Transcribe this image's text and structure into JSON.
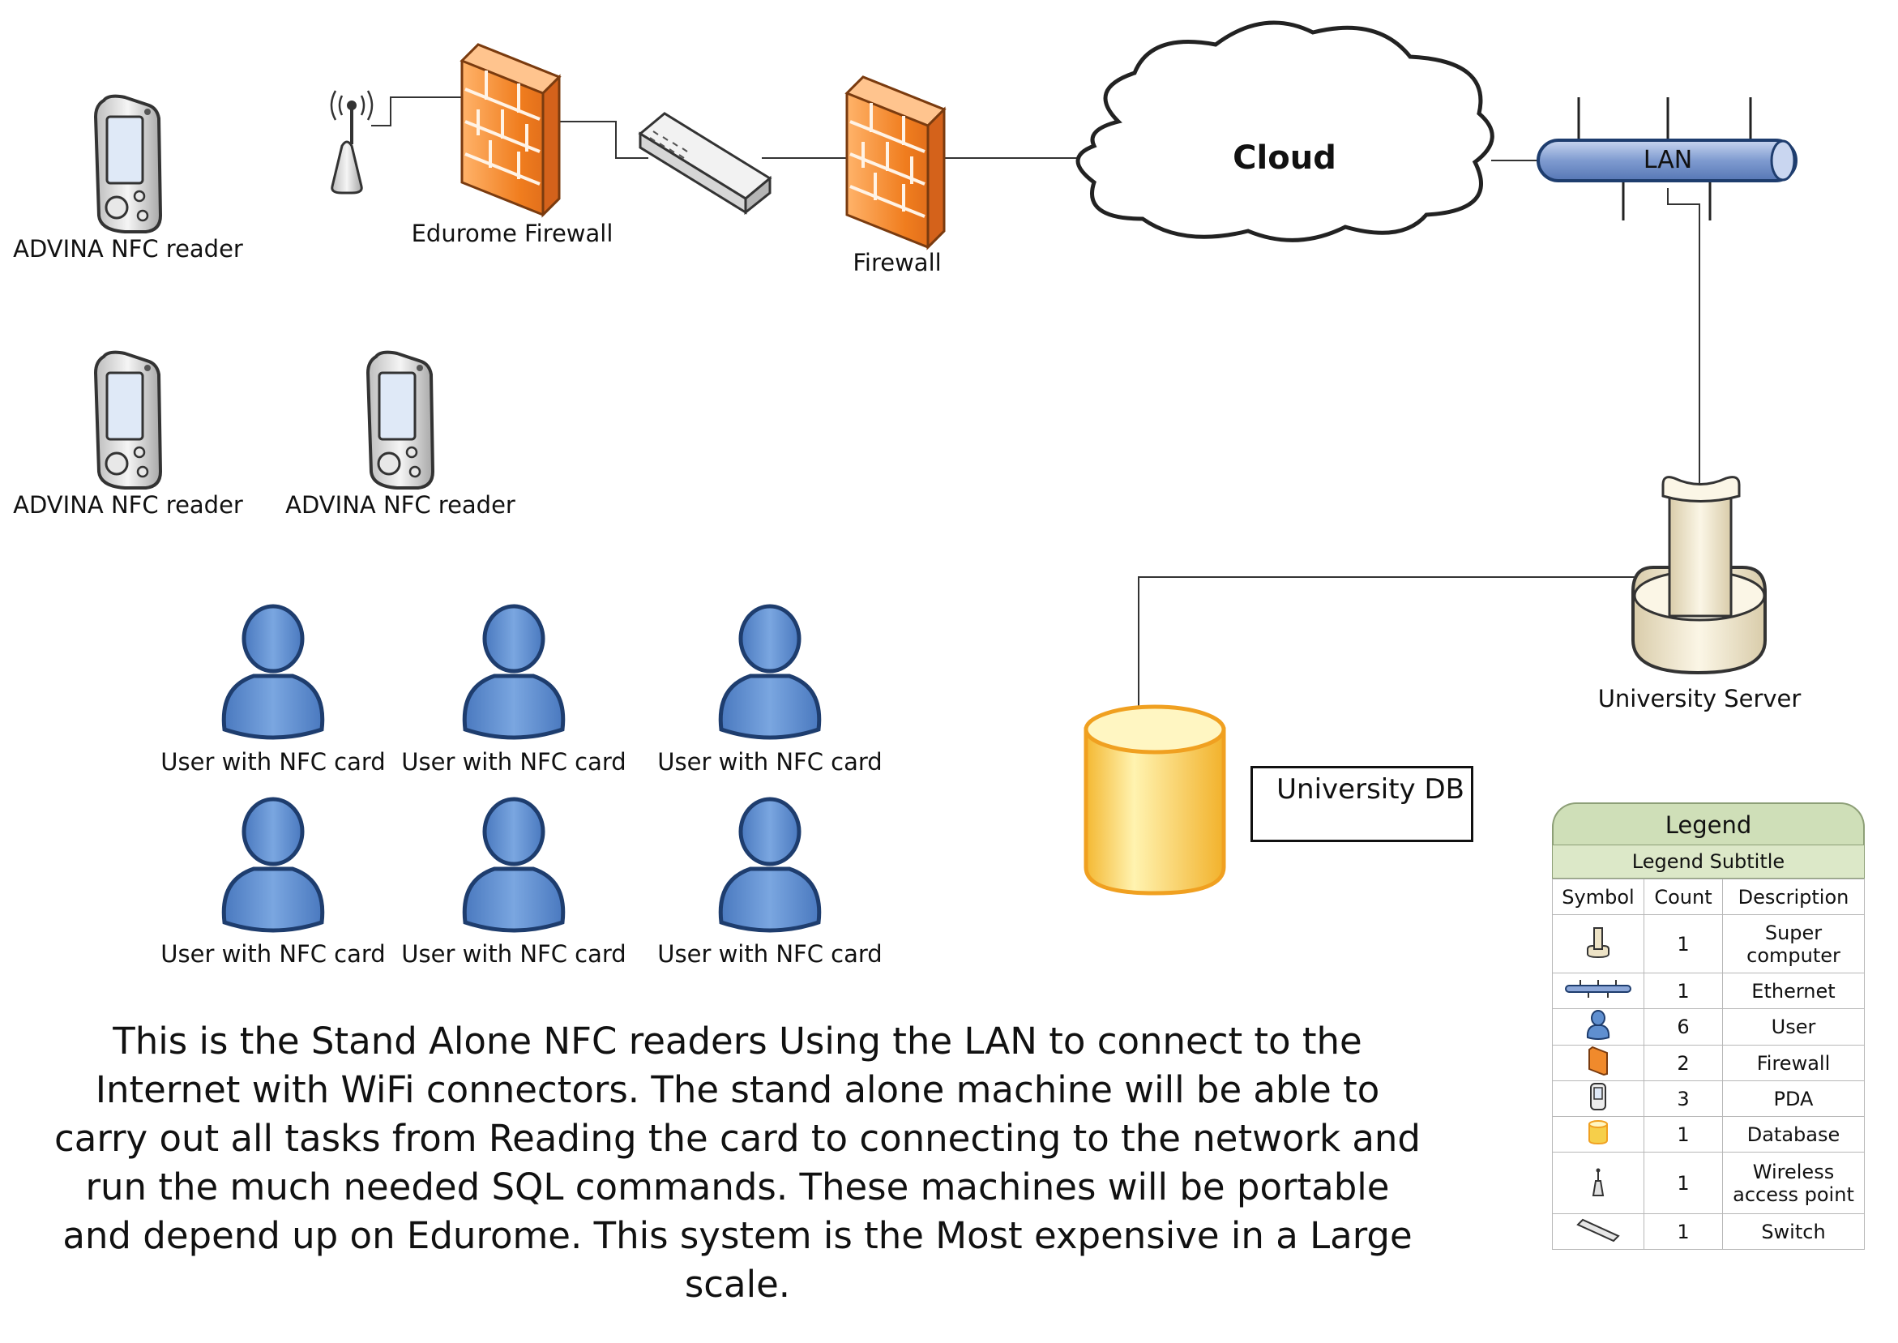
{
  "nodes": {
    "pda1": "ADVINA NFC reader",
    "pda2": "ADVINA NFC reader",
    "pda3": "ADVINA NFC reader",
    "edurome_firewall": "Edurome Firewall",
    "firewall": "Firewall",
    "cloud": "Cloud",
    "lan": "LAN",
    "server": "University Server",
    "db": "University DB",
    "users": [
      "User with NFC card",
      "User with NFC card",
      "User with NFC card",
      "User with NFC card",
      "User with NFC card",
      "User with NFC card"
    ]
  },
  "description": "This is the Stand Alone NFC readers Using the LAN to connect to the Internet with WiFi connectors. The stand alone machine will be able to carry out all tasks from Reading the card to connecting to the network and run the much needed SQL commands. These machines will be portable and depend up on Edurome. This system is the Most expensive in a Large scale.",
  "legend": {
    "title": "Legend",
    "subtitle": "Legend Subtitle",
    "headers": [
      "Symbol",
      "Count",
      "Description"
    ],
    "rows": [
      {
        "icon": "supercomputer-icon",
        "count": "1",
        "description": "Super computer"
      },
      {
        "icon": "ethernet-icon",
        "count": "1",
        "description": "Ethernet"
      },
      {
        "icon": "user-icon",
        "count": "6",
        "description": "User"
      },
      {
        "icon": "firewall-icon",
        "count": "2",
        "description": "Firewall"
      },
      {
        "icon": "pda-icon",
        "count": "3",
        "description": "PDA"
      },
      {
        "icon": "database-icon",
        "count": "1",
        "description": "Database"
      },
      {
        "icon": "wireless-access-point-icon",
        "count": "1",
        "description": "Wireless access point"
      },
      {
        "icon": "switch-icon",
        "count": "1",
        "description": "Switch"
      }
    ]
  },
  "colors": {
    "firewall": "#f08a2c",
    "user": "#5f8fd0",
    "database": "#f6cf4a",
    "lan": "#8ca7d8",
    "server": "#ede3c6",
    "legend_header": "#cfdfb8"
  }
}
